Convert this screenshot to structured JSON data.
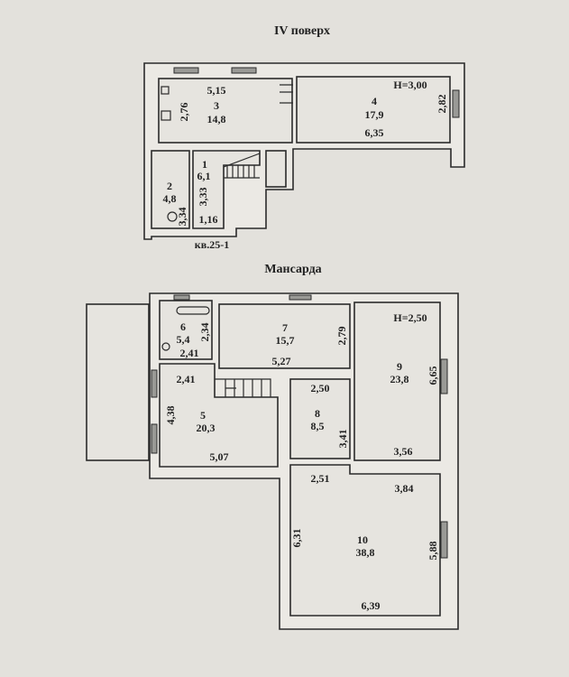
{
  "floor4": {
    "title": "IV поверх",
    "height": "H=3,00",
    "apartment": "кв.25-1",
    "rooms": [
      {
        "num": "1",
        "area": "6,1",
        "dims": [
          "3,33",
          "1,16"
        ]
      },
      {
        "num": "2",
        "area": "4,8",
        "dims": [
          "3,34"
        ]
      },
      {
        "num": "3",
        "area": "14,8",
        "dims": [
          "5,15",
          "2,76"
        ]
      },
      {
        "num": "4",
        "area": "17,9",
        "dims": [
          "6,35",
          "2,82"
        ]
      }
    ]
  },
  "attic": {
    "title": "Мансарда",
    "height": "H=2,50",
    "rooms": [
      {
        "num": "5",
        "area": "20,3",
        "dims": [
          "2,41",
          "4,38",
          "5,07"
        ]
      },
      {
        "num": "6",
        "area": "5,4",
        "dims": [
          "2,34",
          "2,41"
        ]
      },
      {
        "num": "7",
        "area": "15,7",
        "dims": [
          "5,27",
          "2,79"
        ]
      },
      {
        "num": "8",
        "area": "8,5",
        "dims": [
          "2,50",
          "3,41"
        ]
      },
      {
        "num": "9",
        "area": "23,8",
        "dims": [
          "6,65",
          "3,56"
        ]
      },
      {
        "num": "10",
        "area": "38,8",
        "dims": [
          "2,51",
          "3,84",
          "6,31",
          "5,88",
          "6,39"
        ]
      }
    ]
  }
}
